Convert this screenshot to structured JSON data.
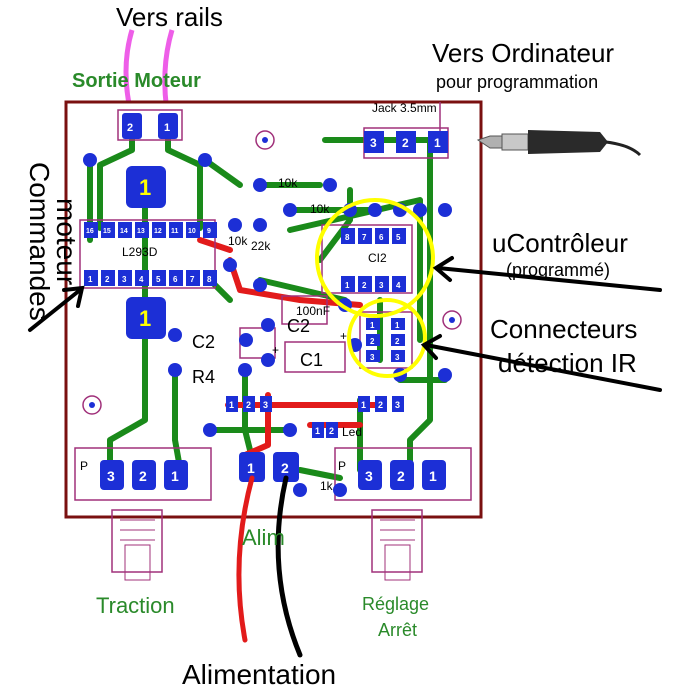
{
  "labels": {
    "vers_rails": "Vers rails",
    "sortie_moteur": "Sortie Moteur",
    "vers_ordinateur": "Vers Ordinateur",
    "pour_programmation": "pour programmation",
    "jack": "Jack 3.5mm",
    "commandes": "Commandes",
    "moteur": "moteur",
    "ucontroleur": "uContrôleur",
    "programme": "(programmé)",
    "connecteurs": "Connecteurs",
    "detection_ir": "détection IR",
    "alim": "Alim",
    "traction": "Traction",
    "reglage": "Réglage",
    "arret": "Arrêt",
    "alimentation": "Alimentation"
  },
  "components": {
    "l293d": "L293D",
    "ci2": "CI2",
    "r10k_a": "10k",
    "r10k_b": "10k",
    "r10k_c": "10k",
    "r22k": "22k",
    "c100nf": "100nF",
    "c2_a": "C2",
    "c2_b": "C2",
    "c1": "C1",
    "r4": "R4",
    "led": "Led",
    "r1k": "1k",
    "p_left": "P",
    "p_right": "P",
    "plus": "+",
    "plus2": "+"
  },
  "pins": {
    "motor_out": [
      "2",
      "1"
    ],
    "jack_pins": [
      "3",
      "2",
      "1"
    ],
    "l293d_top": [
      "16",
      "15",
      "14",
      "13",
      "12",
      "11",
      "10",
      "9"
    ],
    "l293d_bottom": [
      "1",
      "2",
      "3",
      "4",
      "5",
      "6",
      "7",
      "8"
    ],
    "ci2_top": [
      "8",
      "7",
      "6",
      "5"
    ],
    "ci2_bottom": [
      "1",
      "2",
      "3",
      "4"
    ],
    "ir_conn": [
      "1",
      "2",
      "3"
    ],
    "big_pad": "1",
    "reg_a": [
      "1",
      "2",
      "3"
    ],
    "reg_b": [
      "1",
      "2",
      "3"
    ],
    "led_pins": [
      "1",
      "2"
    ],
    "alim_pins": [
      "1",
      "2"
    ],
    "pot_left": [
      "3",
      "2",
      "1"
    ],
    "pot_right": [
      "3",
      "2",
      "1"
    ],
    "single_2": "2",
    "single_1": "1"
  },
  "colors": {
    "board_outline": "#7a1010",
    "trace_green": "#1a8a1a",
    "trace_red": "#e21b1b",
    "pad_blue": "#1c2fd6",
    "silk_purple": "#a0307a",
    "highlight_yellow": "#ffff00",
    "wire_magenta": "#ee5ee8",
    "label_green": "#2a8a2a"
  }
}
